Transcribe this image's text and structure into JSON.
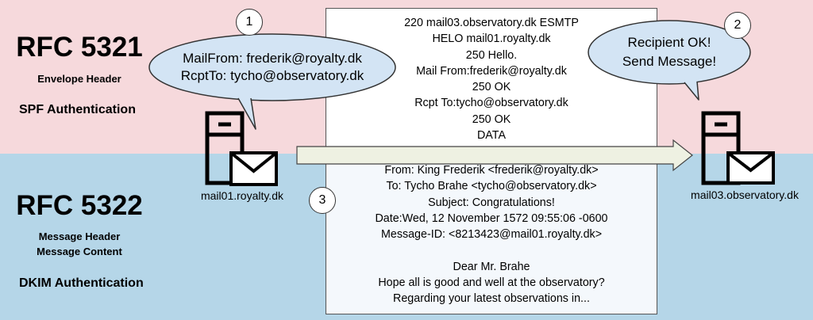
{
  "top_section": {
    "title": "RFC 5321",
    "subtitle": "Envelope Header",
    "auth": "SPF Authentication"
  },
  "bottom_section": {
    "title": "RFC 5322",
    "subtitle_lines": [
      "Message Header",
      "Message Content"
    ],
    "auth": "DKIM Authentication"
  },
  "sender": {
    "host": "mail01.royalty.dk",
    "bubble_lines": [
      "MailFrom: frederik@royalty.dk",
      "RcptTo: tycho@observatory.dk"
    ],
    "step": "1"
  },
  "recipient": {
    "host": "mail03.observatory.dk",
    "bubble_lines": [
      "Recipient OK!",
      "Send Message!"
    ],
    "step": "2"
  },
  "smtp_dialog": [
    "220 mail03.observatory.dk ESMTP",
    "HELO mail01.royalty.dk",
    "250 Hello.",
    "Mail From:frederik@royalty.dk",
    "250 OK",
    "Rcpt To:tycho@observatory.dk",
    "250 OK",
    "DATA"
  ],
  "message": {
    "step": "3",
    "headers": [
      "From: King Frederik <frederik@royalty.dk>",
      "To: Tycho Brahe <tycho@observatory.dk>",
      "Subject: Congratulations!",
      "Date:Wed, 12 November 1572 09:55:06 -0600",
      "Message-ID: <8213423@mail01.royalty.dk>"
    ],
    "body": [
      "Dear Mr. Brahe",
      "Hope all is good and well at the observatory?",
      "Regarding your latest observations in..."
    ]
  },
  "icons": [
    "mail-server-icon",
    "envelope-icon",
    "speech-cloud-icon",
    "arrow-right-icon"
  ],
  "colors": {
    "top_band": "#f6d9dc",
    "bottom_band": "#b5d6e8",
    "cloud_fill": "#d3e4f4",
    "arrow_fill": "#eef1e2"
  }
}
